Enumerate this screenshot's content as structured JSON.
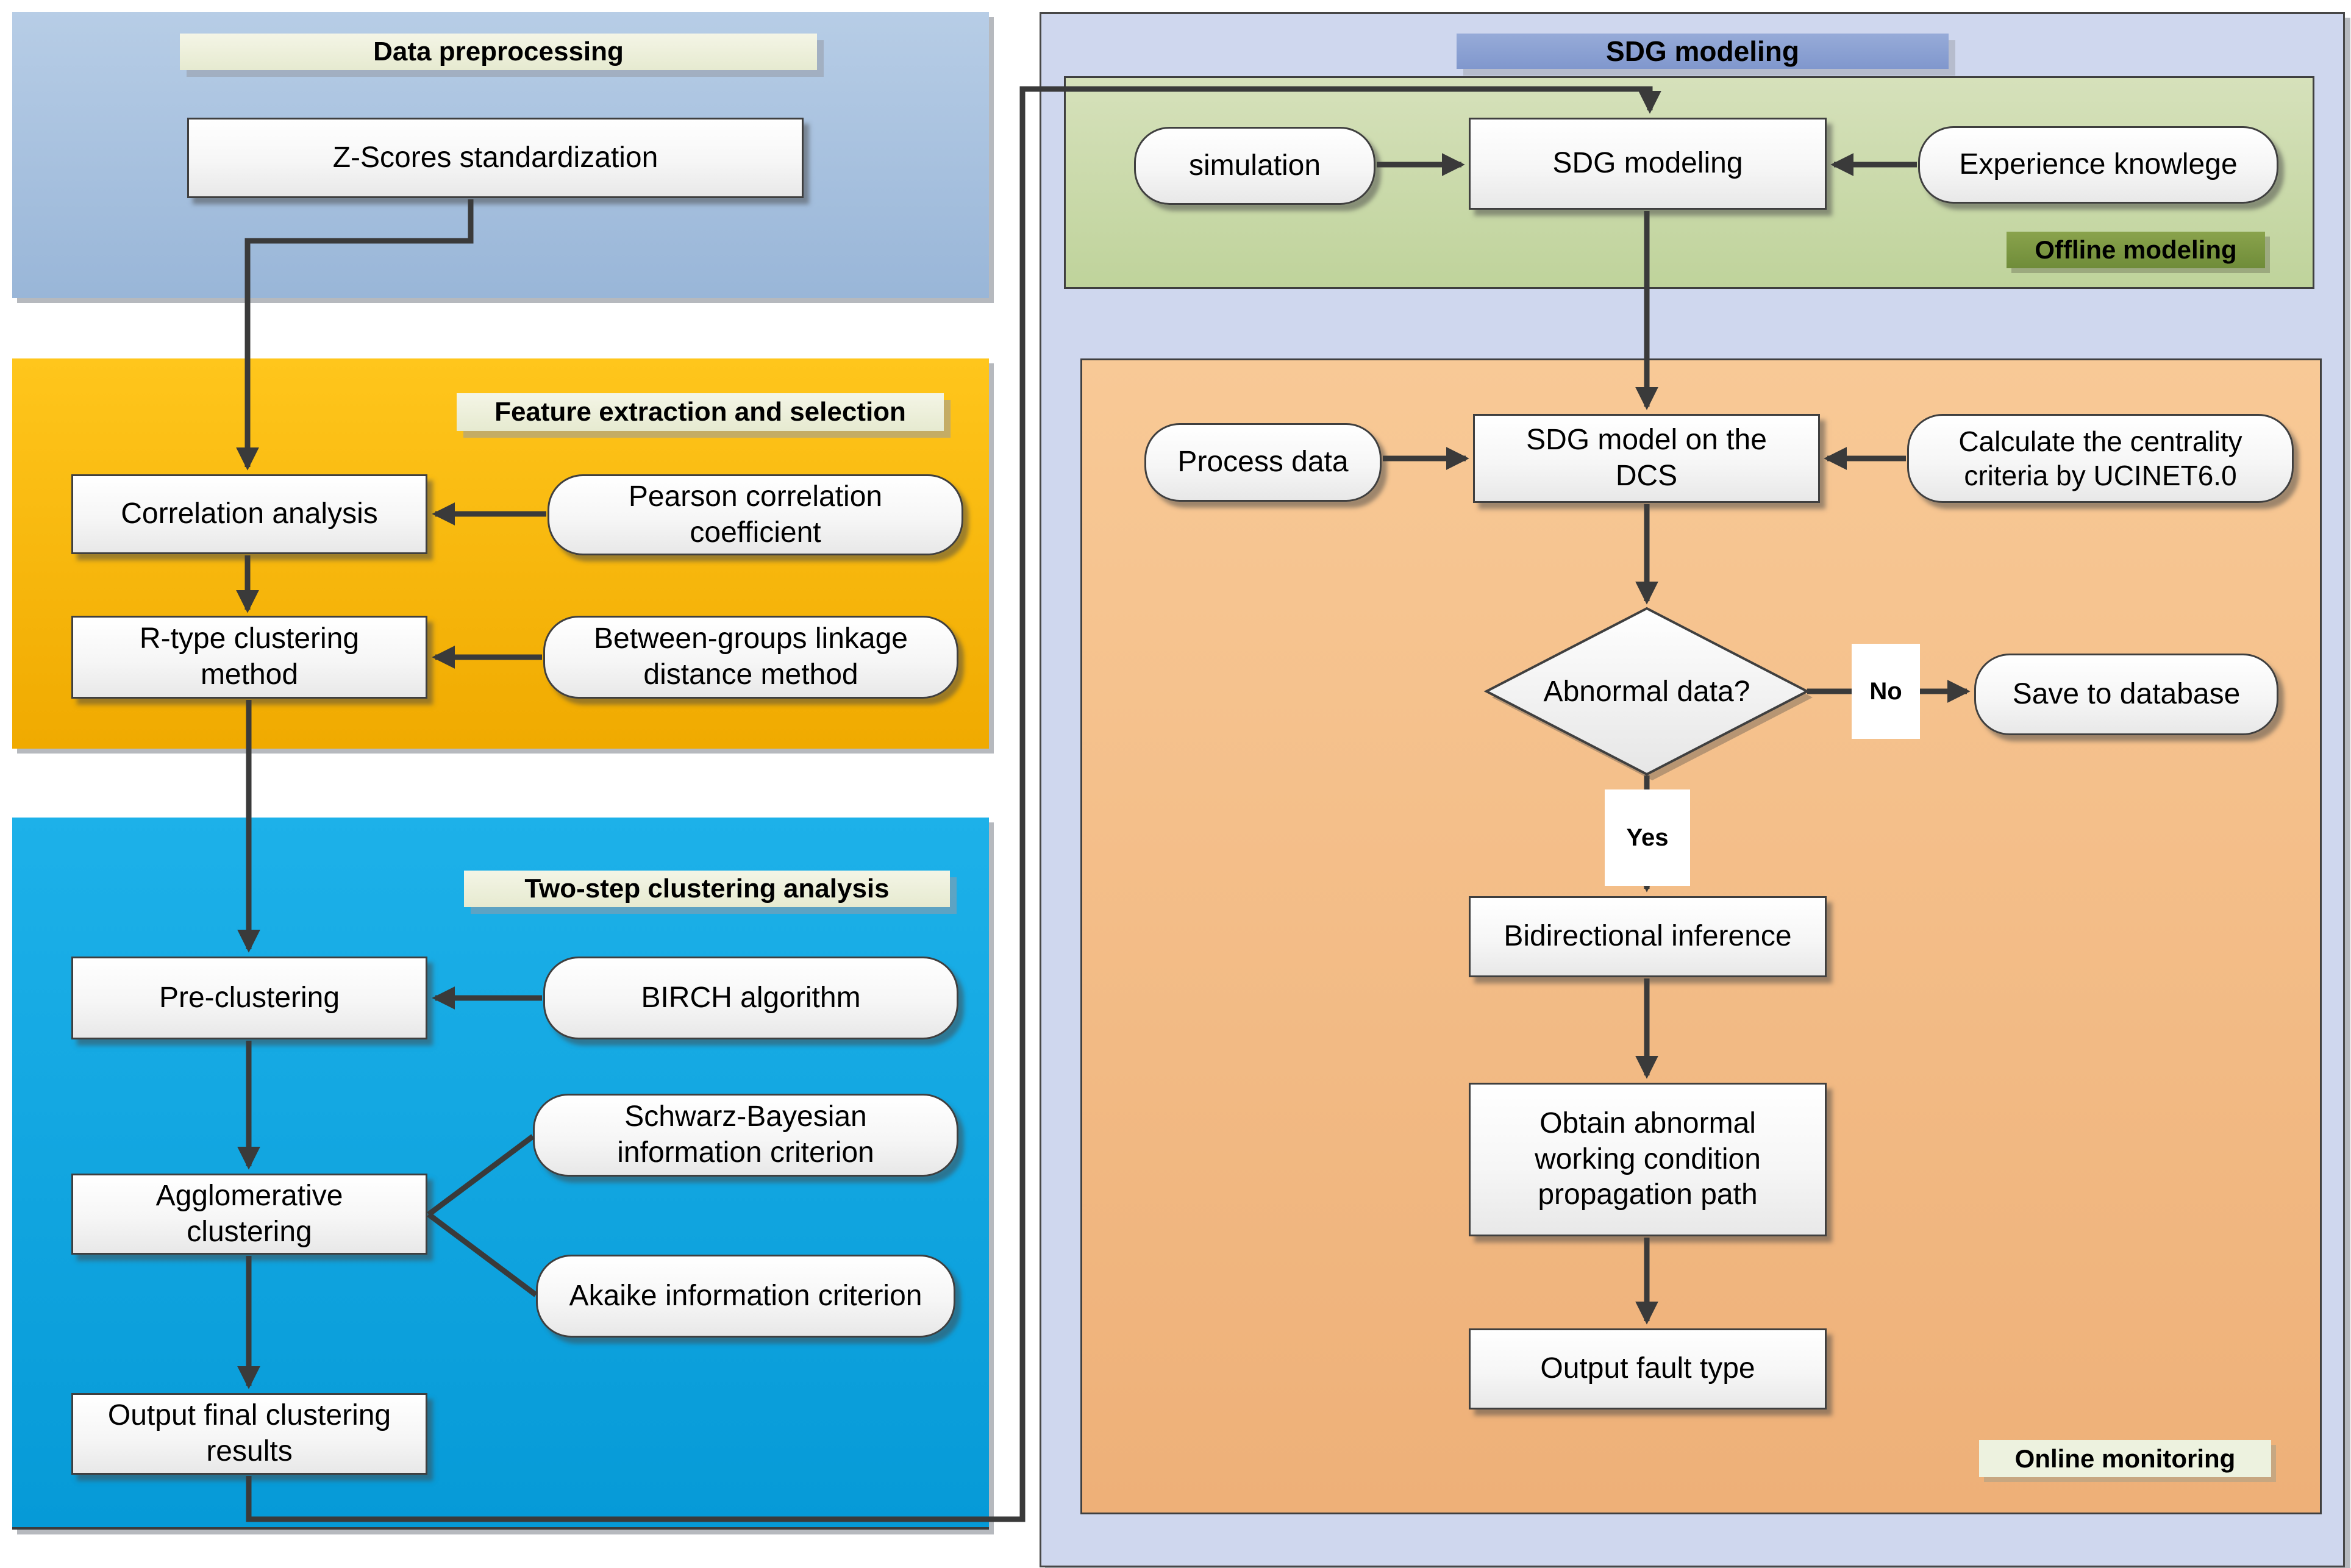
{
  "panels": {
    "data_preprocessing": {
      "title": "Data preprocessing"
    },
    "feature_extraction": {
      "title": "Feature extraction and selection"
    },
    "two_step_clustering": {
      "title": "Two-step clustering analysis"
    },
    "sdg": {
      "title": "SDG modeling",
      "offline_label": "Offline modeling",
      "online_label": "Online monitoring"
    }
  },
  "nodes": {
    "zscores": "Z-Scores standardization",
    "correlation": "Correlation analysis",
    "pearson": "Pearson correlation coefficient",
    "rtype": "R-type clustering method",
    "between_groups": "Between-groups linkage distance method",
    "pre_clustering": "Pre-clustering",
    "birch": "BIRCH algorithm",
    "schwarz": "Schwarz-Bayesian information criterion",
    "agglomerative": "Agglomerative clustering",
    "akaike": "Akaike information criterion",
    "output_final": "Output final clustering results",
    "simulation": "simulation",
    "sdg_modeling": "SDG  modeling",
    "experience": "Experience knowlege",
    "process_data": "Process data",
    "sdg_dcs": "SDG  model on the DCS",
    "calculate_centrality": "Calculate the centrality criteria by UCINET6.0",
    "abnormal": "Abnormal data?",
    "save_db": "Save to database",
    "bidirectional": "Bidirectional inference",
    "obtain_path": "Obtain abnormal working condition propagation path",
    "fault_type": "Output fault type"
  },
  "edge_labels": {
    "yes": "Yes",
    "no": "No"
  },
  "colors": {
    "left_panel_blue": "#a9c3e0",
    "left_panel_amber": "#f8b800",
    "left_panel_cyan": "#10a6e2",
    "right_panel_lavender": "#cfd7ee",
    "offline_panel_green": "#cbd8aa",
    "online_panel_orange": "#f3bd89",
    "title_bar_cream": "#eef0dc",
    "title_bar_blue": "#8b9fd2",
    "offline_label_olive": "#7d9743",
    "online_label_pale": "#edf2df",
    "shape_fill": "#ffffff",
    "connector": "#3a3a3a"
  }
}
